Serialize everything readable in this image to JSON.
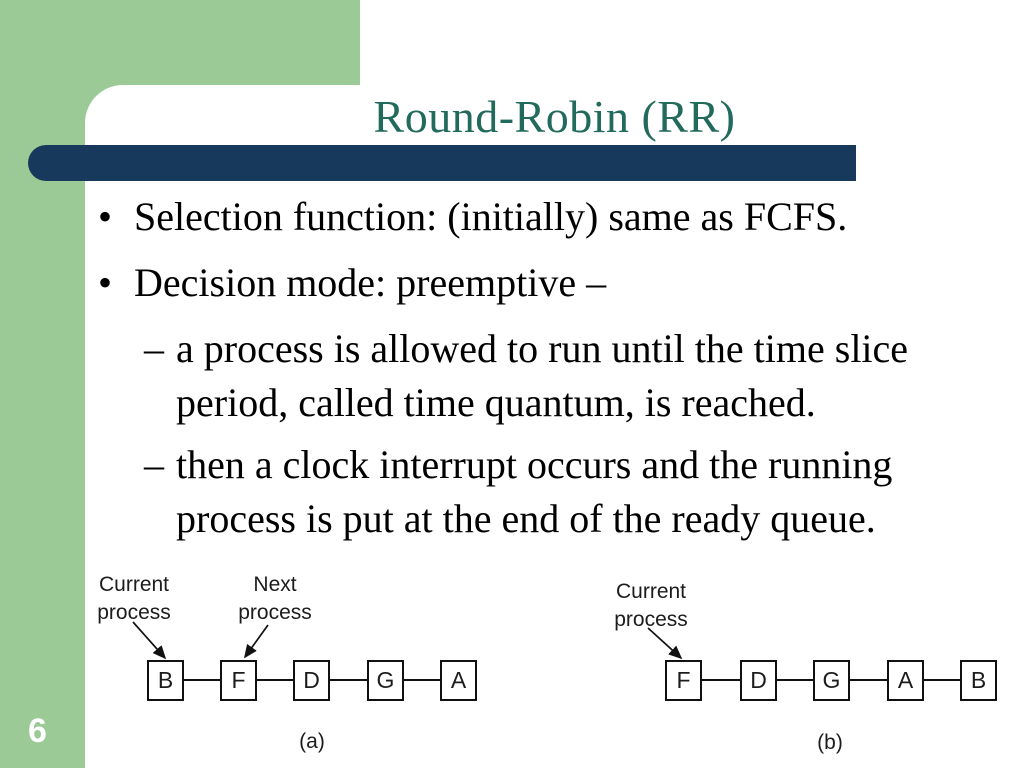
{
  "page": {
    "number": "6",
    "title": "Round-Robin (RR)"
  },
  "colors": {
    "background_green": "#9BCA97",
    "accent_navy": "#17395C",
    "title_teal": "#216A5C",
    "body_text": "#000000",
    "figure_ink": "#1c1c1c"
  },
  "bullets": {
    "glyph": "•",
    "dash": "–",
    "item1": "Selection function: (initially) same as FCFS.",
    "item2": "Decision mode: preemptive –",
    "sub1": {
      "line1": "a process is allowed to run until the time slice",
      "line2": "period, called time quantum, is reached."
    },
    "sub2": {
      "line1": "then a clock interrupt occurs and the running",
      "line2": "process is put at the end of the ready queue."
    }
  },
  "figure_a": {
    "label_current": {
      "line1": "Current",
      "line2": "process"
    },
    "label_next": {
      "line1": "Next",
      "line2": "process"
    },
    "queue": [
      "B",
      "F",
      "D",
      "G",
      "A"
    ],
    "caption": "(a)"
  },
  "figure_b": {
    "label_current": {
      "line1": "Current",
      "line2": "process"
    },
    "queue": [
      "F",
      "D",
      "G",
      "A",
      "B"
    ],
    "caption": "(b)"
  }
}
